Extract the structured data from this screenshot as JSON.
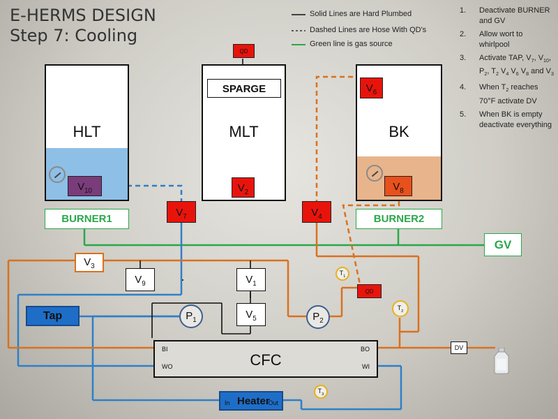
{
  "title": {
    "line1": "E-HERMS DESIGN",
    "line2": "Step 7: Cooling"
  },
  "legend": {
    "solid": "Solid Lines are Hard Plumbed",
    "dashed": "Dashed Lines are Hose With QD's",
    "green": "Green line is gas source"
  },
  "steps": [
    {
      "num": "1.",
      "text": "Deactivate BURNER and GV"
    },
    {
      "num": "2.",
      "text": "Allow wort to whirlpool"
    },
    {
      "num": "3.",
      "text": "Activate TAP, V7, V10, P2, T2 V4 V6 V8 and V3"
    },
    {
      "num": "4.",
      "text": "When T2 reaches 70°F activate DV"
    },
    {
      "num": "5.",
      "text": "When BK is empty deactivate everything"
    }
  ],
  "tanks": {
    "hlt": "HLT",
    "mlt": "MLT",
    "bk": "BK"
  },
  "sparge": "SPARGE",
  "qd_top": "QD",
  "qd_mid": "QD",
  "valves": {
    "v2": "V",
    "v2_sub": "2",
    "v4": "V",
    "v4_sub": "4",
    "v6": "V",
    "v6_sub": "6",
    "v7": "V",
    "v7_sub": "7",
    "v8": "V",
    "v8_sub": "8",
    "v10": "V",
    "v10_sub": "10",
    "v1": "V",
    "v1_sub": "1",
    "v3": "V",
    "v3_sub": "3",
    "v5": "V",
    "v5_sub": "5",
    "v9": "V",
    "v9_sub": "9"
  },
  "burner1": "BURNER1",
  "burner2": "BURNER2",
  "gv": "GV",
  "tap": "Tap",
  "pumps": {
    "p1": "P",
    "p1_sub": "1",
    "p2": "P",
    "p2_sub": "2"
  },
  "temps": {
    "t1": "T",
    "t1_sub": "1",
    "t2": "T",
    "t2_sub": "2",
    "t3": "T",
    "t3_sub": "3"
  },
  "cfc": {
    "label": "CFC",
    "bi": "BI",
    "wo": "WO",
    "bo": "BO",
    "wi": "WI"
  },
  "heater": {
    "label": "Heater",
    "in": "In",
    "out": "Out"
  },
  "dv": "DV",
  "colors": {
    "water": "#2f7fc8",
    "wort": "#d9711f",
    "gas": "#2aa84a",
    "valve": "#e8140c",
    "hlt_liquid": "#8ebfe6",
    "bk_liquid": "#e8b48c"
  }
}
